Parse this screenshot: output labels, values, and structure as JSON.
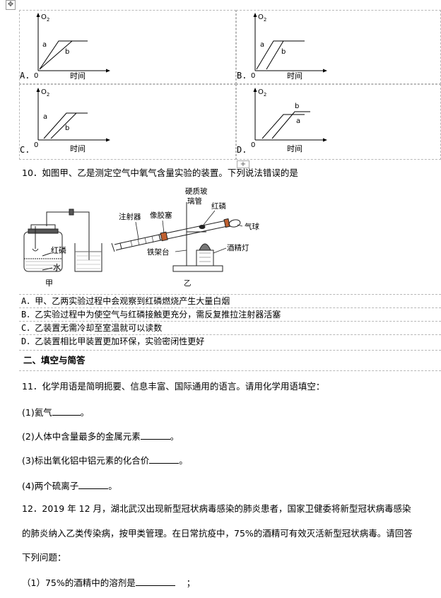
{
  "option_graphs": [
    {
      "letter": "A.",
      "o2": "O",
      "sub": "2",
      "origin": "0",
      "time": "时间",
      "label_a": "a",
      "label_b": "b"
    },
    {
      "letter": "B.",
      "o2": "O",
      "sub": "2",
      "origin": "0",
      "time": "时间",
      "label_a": "a",
      "label_b": "b"
    },
    {
      "letter": "C.",
      "o2": "O",
      "sub": "2",
      "origin": "0",
      "time": "时间",
      "label_a": "a",
      "label_b": "b"
    },
    {
      "letter": "D.",
      "o2": "O",
      "sub": "2",
      "origin": "0",
      "time": "时间",
      "label_a": "a",
      "label_b": "b"
    }
  ],
  "q10": {
    "stem": "10．如图甲、乙是测定空气中氧气含量实验的装置。下列说法错误的是",
    "labels": {
      "hard_glass_tube_1": "硬质玻",
      "hard_glass_tube_2": "璃管",
      "syringe": "注射器",
      "rubber_stopper": "像胶塞",
      "red_p_yi": "红磷",
      "balloon": "气球",
      "alcohol_lamp": "酒精灯",
      "iron_stand": "铁架台",
      "red_p_jia": "红磷",
      "water": "水",
      "jia": "甲",
      "yi": "乙"
    },
    "options": [
      "A．甲、乙两实验过程中会观察到红磷燃烧产生大量白烟",
      "B．乙实验过程中为使空气与红磷接触更充分，需反复推拉注射器活塞",
      "C．乙装置无需冷却至室温就可以读数",
      "D．乙装置相比甲装置更加环保，实验密闭性更好"
    ]
  },
  "section_title": "二、填空与简答",
  "q11": {
    "stem": "11．化学用语是简明扼要、信息丰富、国际通用的语言。请用化学用语填空：",
    "items": [
      {
        "pre": "(1)氦气",
        "post": "。"
      },
      {
        "pre": "(2)人体中含量最多的金属元素",
        "post": "。"
      },
      {
        "pre": "(3)标出氧化铝中铝元素的化合价",
        "post": "。"
      },
      {
        "pre": "(4)两个硫离子",
        "post": "。"
      }
    ]
  },
  "q12": {
    "line1": "12．2019 年 12 月，湖北武汉出现新型冠状病毒感染的肺炎患者，国家卫健委将新型冠状病毒感染",
    "line2": "的肺炎纳入乙类传染病，按甲类管理。在日常抗疫中，75%的酒精可有效灭活新型冠状病毒。请回答",
    "line3": "下列问题：",
    "sub1_pre": "（1）75%的酒精中的溶剂是",
    "sub1_post": "；"
  },
  "table_toolbar": {
    "move_glyph": "✥",
    "add_glyph": "+"
  }
}
